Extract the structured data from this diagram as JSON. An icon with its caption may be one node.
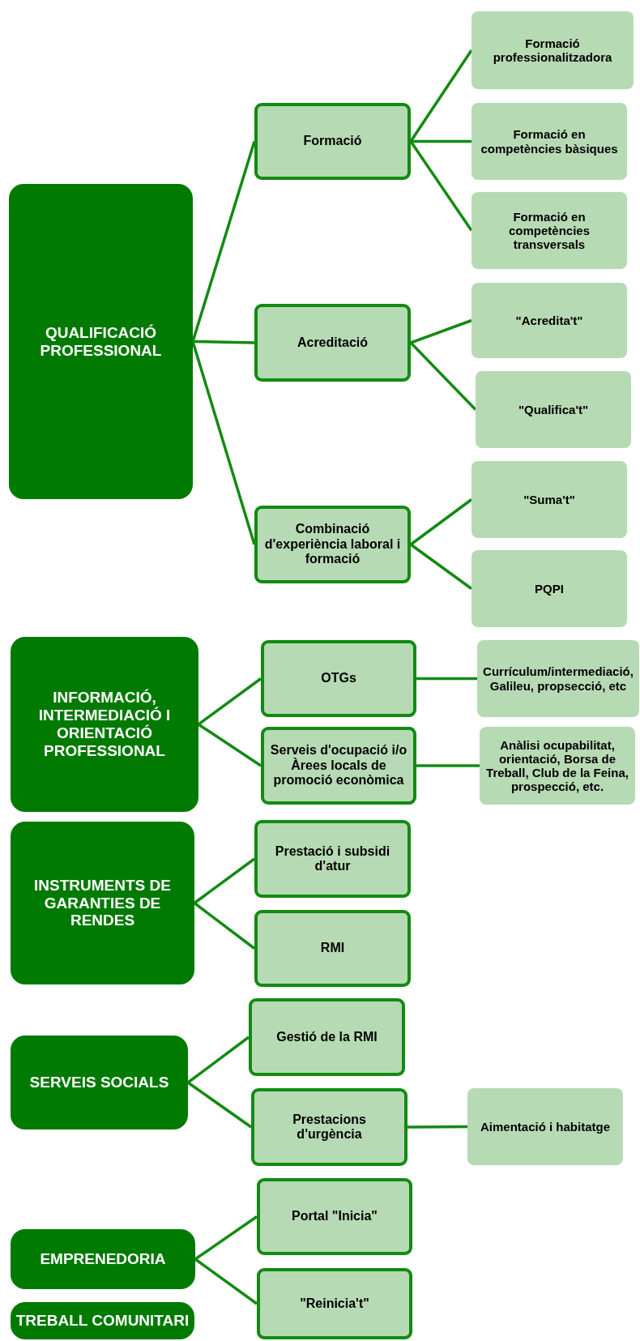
{
  "diagram": {
    "nodes": [
      {
        "text": [
          "QUALIFICACIÓ PROFESSIONAL"
        ]
      },
      {
        "text": [
          "Formació"
        ]
      },
      {
        "text": [
          "Formació professionalitzadora"
        ]
      },
      {
        "text": [
          "Formació en competències bàsiques"
        ]
      },
      {
        "text": [
          "Formació en competències transversals"
        ]
      },
      {
        "text": [
          "Acreditació"
        ]
      },
      {
        "text": [
          "\"Acredita't\""
        ]
      },
      {
        "text": [
          "\"Qualifica't\""
        ]
      },
      {
        "text": [
          "Combinació d'experiència laboral i formació"
        ]
      },
      {
        "text": [
          "\"Suma't\""
        ]
      },
      {
        "text": [
          "PQPI"
        ]
      },
      {
        "text": [
          "INFORMACIÓ, INTERMEDIACIÓ I ORIENTACIÓ PROFESSIONAL"
        ]
      },
      {
        "text": [
          "OTGs"
        ]
      },
      {
        "text": [
          "Serveis d'ocupació i/o Àrees locals de promoció econòmica"
        ]
      },
      {
        "text": [
          "Currículum/intermediació, Galileu, propsecció, etc"
        ]
      },
      {
        "text": [
          "Anàlisi ocupabilitat, orientació, Borsa de Treball, Club de la Feina, prospecció, etc."
        ]
      },
      {
        "text": [
          "INSTRUMENTS DE GARANTIES DE RENDES"
        ]
      },
      {
        "text": [
          "Prestació i subsidi d'atur"
        ]
      },
      {
        "text": [
          "RMI"
        ]
      },
      {
        "text": [
          "SERVEIS SOCIALS"
        ]
      },
      {
        "text": [
          "Gestió de la RMI"
        ]
      },
      {
        "text": [
          "Prestacions d'urgència"
        ]
      },
      {
        "text": [
          "Aimentació i habitatge"
        ]
      },
      {
        "text": [
          "EMPRENEDORIA"
        ]
      },
      {
        "text": [
          "Portal \"Inicia\""
        ]
      },
      {
        "text": [
          "\"Reinicia't\""
        ]
      },
      {
        "text": [
          "TREBALL COMUNITARI"
        ]
      }
    ],
    "edges": [
      {
        "from": 0,
        "to": 1,
        "arrow": "none"
      },
      {
        "from": 0,
        "to": 5,
        "arrow": "none"
      },
      {
        "from": 0,
        "to": 8,
        "arrow": "none"
      },
      {
        "from": 1,
        "to": 2,
        "arrow": "none"
      },
      {
        "from": 1,
        "to": 3,
        "arrow": "none"
      },
      {
        "from": 1,
        "to": 4,
        "arrow": "none"
      },
      {
        "from": 5,
        "to": 6,
        "arrow": "none"
      },
      {
        "from": 5,
        "to": 7,
        "arrow": "none"
      },
      {
        "from": 8,
        "to": 9,
        "arrow": "none"
      },
      {
        "from": 8,
        "to": 10,
        "arrow": "none"
      },
      {
        "from": 11,
        "to": 12,
        "arrow": "none"
      },
      {
        "from": 11,
        "to": 13,
        "arrow": "none"
      },
      {
        "from": 12,
        "to": 14,
        "arrow": "none"
      },
      {
        "from": 13,
        "to": 15,
        "arrow": "none"
      },
      {
        "from": 16,
        "to": 17,
        "arrow": "none"
      },
      {
        "from": 16,
        "to": 18,
        "arrow": "none"
      },
      {
        "from": 19,
        "to": 20,
        "arrow": "none"
      },
      {
        "from": 19,
        "to": 21,
        "arrow": "none"
      },
      {
        "from": 21,
        "to": 22,
        "arrow": "none"
      },
      {
        "from": 23,
        "to": 24,
        "arrow": "none"
      },
      {
        "from": 23,
        "to": 25,
        "arrow": "none"
      }
    ]
  }
}
